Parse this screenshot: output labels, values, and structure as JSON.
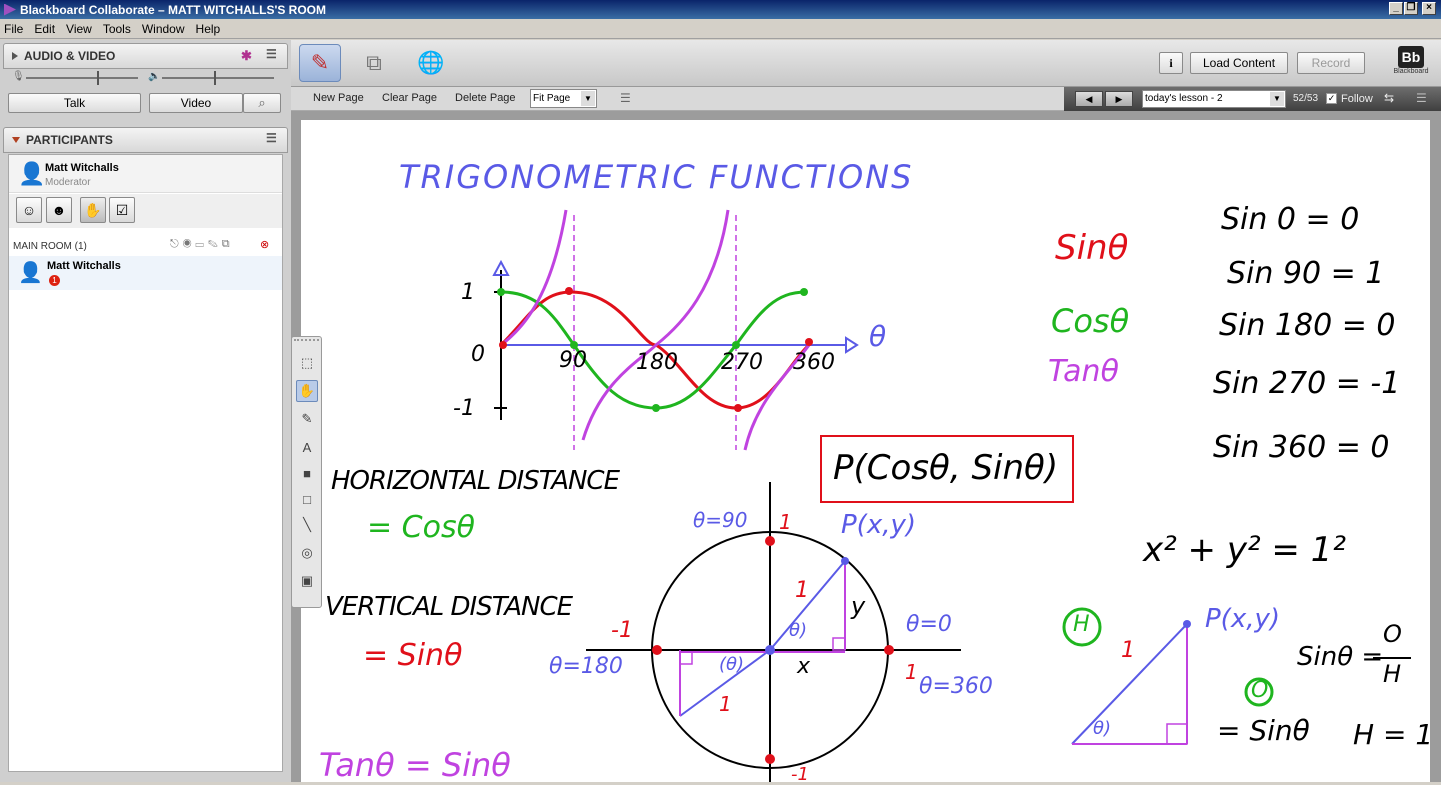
{
  "window": {
    "title": "Blackboard Collaborate – MATT WITCHALLS'S ROOM"
  },
  "menu": [
    "File",
    "Edit",
    "View",
    "Tools",
    "Window",
    "Help"
  ],
  "audio_video": {
    "header": "AUDIO & VIDEO",
    "talk_label": "Talk",
    "video_label": "Video"
  },
  "participants": {
    "header": "PARTICIPANTS",
    "me": {
      "name": "Matt Witchalls",
      "role": "Moderator"
    },
    "room_label": "MAIN ROOM (1)",
    "list": [
      {
        "name": "Matt Witchalls",
        "badge": "1"
      }
    ]
  },
  "toolbar": {
    "info_label": "i",
    "load_content_label": "Load Content",
    "record_label": "Record",
    "brand": "Bb",
    "brand_sub": "Blackboard"
  },
  "whiteboard": {
    "new_page": "New Page",
    "clear_page": "Clear Page",
    "delete_page": "Delete Page",
    "fit_select": "Fit Page",
    "page_select": "today's lesson - 2",
    "page_count": "52/53",
    "follow_label": "Follow"
  },
  "canvas_text": {
    "title": "TRIGONOMETRIC FUNCTIONS",
    "y1": "1",
    "y0": "0",
    "ym1": "-1",
    "x90": "90",
    "x180": "180",
    "x270": "270",
    "x360": "360",
    "theta": "θ",
    "legend_sin": "Sinθ",
    "legend_cos": "Cosθ",
    "legend_tan": "Tanθ",
    "sin0": "Sin 0 = 0",
    "sin90": "Sin 90 = 1",
    "sin180": "Sin 180 = 0",
    "sin270": "Sin 270 = -1",
    "sin360": "Sin 360 = 0",
    "point": "P(Cosθ, Sinθ)",
    "horiz1": "HORIZONTAL DISTANCE",
    "horiz2": "= Cosθ",
    "vert1": "VERTICAL DISTANCE",
    "vert2": "= Sinθ",
    "tan_bottom": "Tanθ = Sinθ",
    "theta90": "θ=90",
    "one_top": "1",
    "pxy": "P(x,y)",
    "one_slant": "1",
    "y_label": "y",
    "theta_small": "θ)",
    "theta0": "θ=0",
    "minus1": "-1",
    "theta180": "θ=180",
    "theta180b": "(θ)",
    "x_label": "x",
    "one_r": "1",
    "theta360": "θ=360",
    "one_bot": "1",
    "minus1_bot": "-1",
    "pyth": "x² + y² = 1²",
    "h_circle": "H",
    "pxy2": "P(x,y)",
    "one_h": "1",
    "theta_tri": "θ)",
    "sin_frac": "Sinθ =",
    "o_num": "O",
    "h_den": "H",
    "o_circle": "O",
    "eq_sin": "= Sinθ",
    "h_eq": "H = 1"
  },
  "colors": {
    "sin": "#e0101a",
    "cos": "#1fb51f",
    "tan": "#c043e0",
    "blue": "#5a5ae6"
  }
}
